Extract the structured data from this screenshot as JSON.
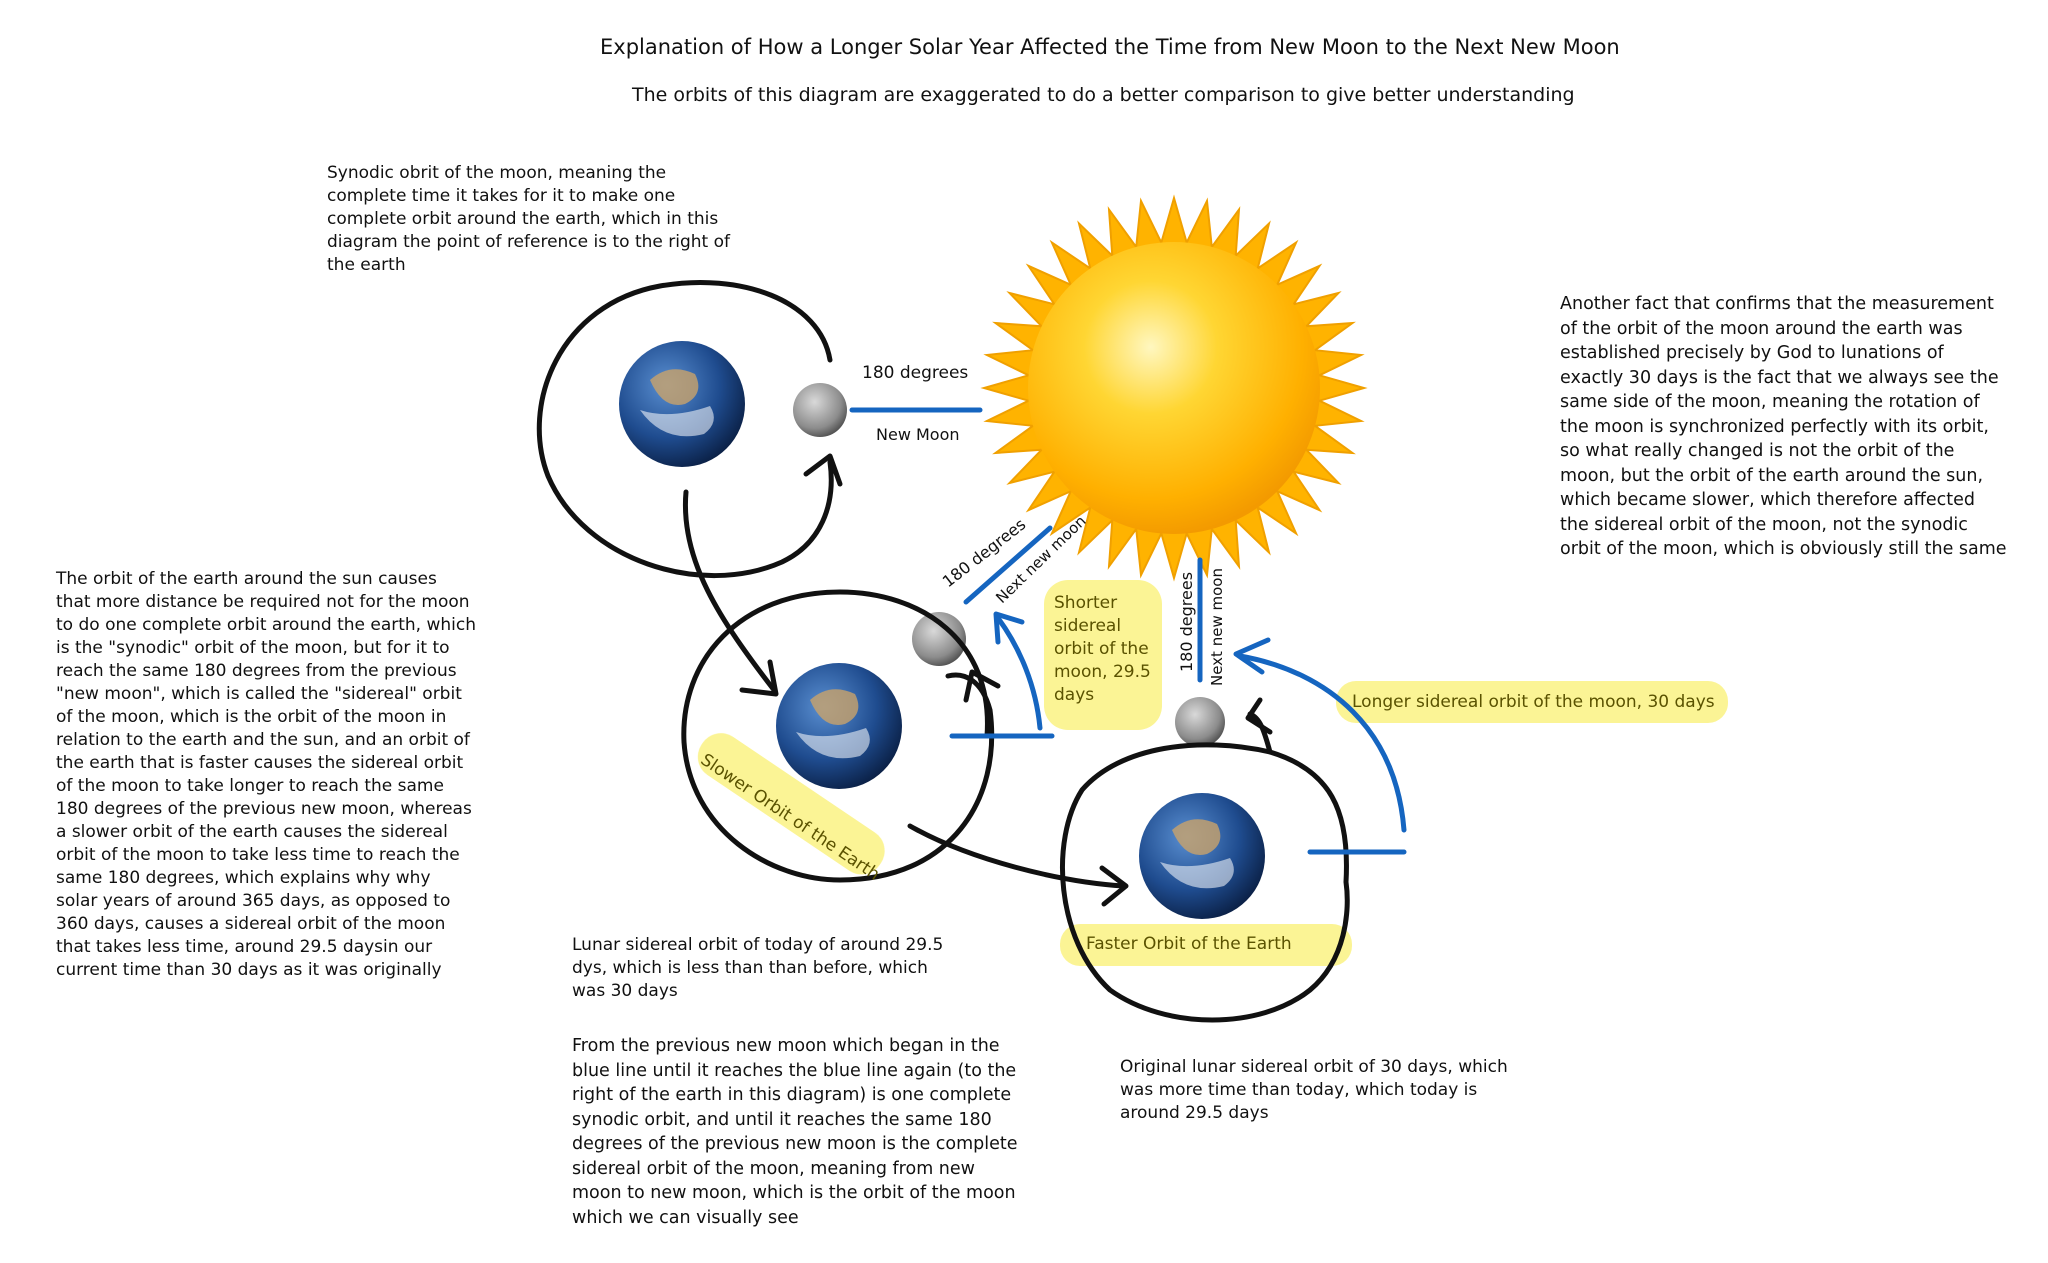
{
  "title": "Explanation of How a Longer Solar Year Affected the Time from New Moon to the Next New Moon",
  "subtitle": "The orbits of this diagram are exaggerated to do a better comparison to give better understanding",
  "notes": {
    "synodic": "Synodic obrit of the moon, meaning the complete time it takes for it to make one complete orbit around the earth, which in this diagram the point of reference is to the right of the earth",
    "another_fact": "Another fact that confirms that the measurement of the orbit of the moon around the earth was established precisely by God to lunations of exactly 30 days is the fact that we always see the same side of the moon, meaning the rotation of the moon is synchronized perfectly with its orbit, so what really changed is not the orbit of the moon, but the orbit of the earth around the sun, which became slower, which therefore affected the sidereal orbit of the moon, not the synodic orbit of the moon, which is obviously still the same",
    "earth_orbit": "The orbit of the earth around the sun causes that more distance be required not for the moon to do one complete orbit around the earth, which is the \"synodic\" orbit of the moon, but for it to reach the same 180 degrees from the previous \"new moon\", which is called the \"sidereal\" orbit of the moon, which is the orbit of the moon in relation to the earth and the sun, and an orbit of the earth that is faster causes the sidereal orbit of the moon to take longer to reach the same 180 degrees of the previous new moon, whereas a slower orbit of the earth causes the sidereal orbit of the moon to take less time to reach the same 180 degrees, which explains why why solar years of around 365 days, as opposed to 360 days, causes a sidereal orbit of the moon that takes less time, around 29.5 daysin our current time than 30 days as it was originally",
    "lunar_today": "Lunar sidereal orbit of today of around 29.5 dys, which is less than than before, which was 30 days",
    "previous_new_moon": "From the previous new moon which began in the blue line until it reaches the blue line again (to the right of the earth in this diagram) is one complete synodic orbit, and until it reaches the same 180 degrees of the previous new moon is the complete sidereal orbit of the moon, meaning from new moon to new moon, which is the orbit of the moon which we can visually see",
    "original_lunar": "Original lunar sidereal orbit of 30 days, which was more time than today, which today is around 29.5 days"
  },
  "labels": {
    "deg_top": "180 degrees",
    "new_moon": "New Moon",
    "deg_mid": "180 degrees",
    "next_new_moon_mid": "Next new moon",
    "deg_right": "180 degrees",
    "next_new_moon_right": "Next new moon"
  },
  "highlights": {
    "shorter": "Shorter sidereal orbit of the moon, 29.5 days",
    "longer": "Longer sidereal orbit of the moon, 30 days",
    "slower": "Slower Orbit of the Earth",
    "faster": "Faster Orbit of the Earth"
  },
  "colors": {
    "blue_line": "#1565c0",
    "highlight": "#fbf38a",
    "sun": "#ffc400",
    "ink": "#111111"
  }
}
